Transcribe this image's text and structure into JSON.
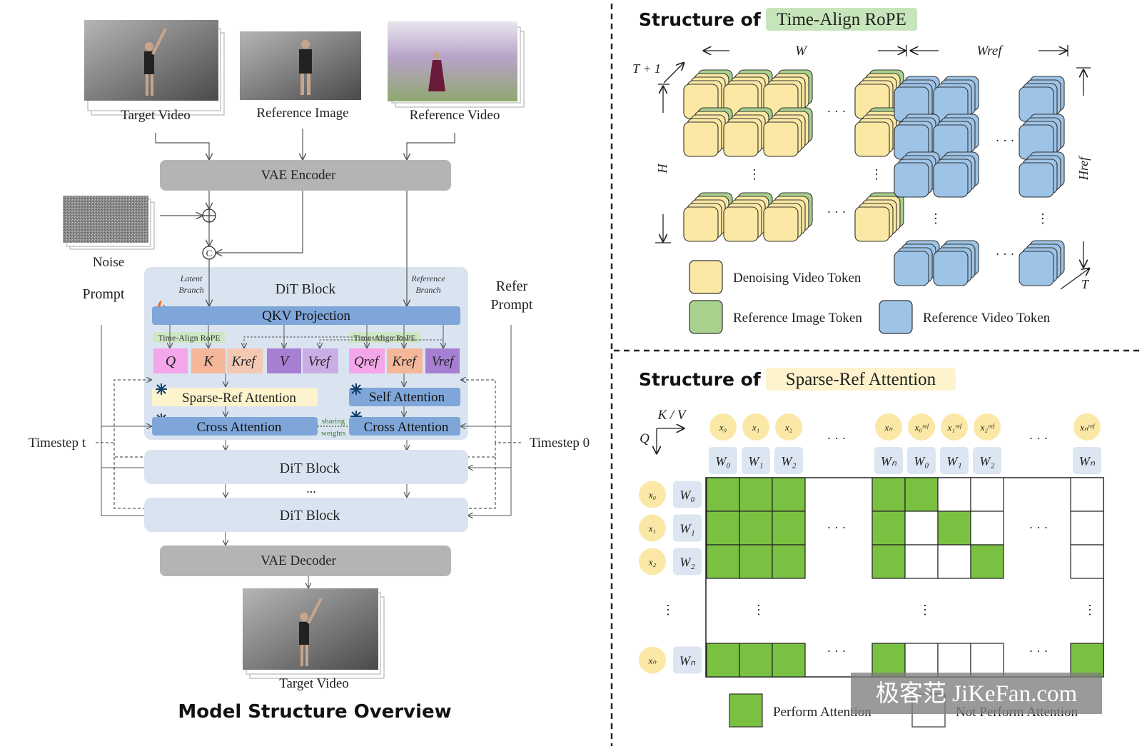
{
  "left": {
    "inputs": {
      "target_video": "Target Video",
      "reference_image": "Reference Image",
      "reference_video": "Reference Video"
    },
    "vae_encoder": "VAE Encoder",
    "noise": "Noise",
    "prompt": "Prompt",
    "refer_prompt_line1": "Refer",
    "refer_prompt_line2": "Prompt",
    "latent_branch_1": "Latent",
    "latent_branch_2": "Branch",
    "reference_branch_1": "Reference",
    "reference_branch_2": "Branch",
    "dit_block": "DiT Block",
    "qkv_projection": "QKV Projection",
    "time_align_rope": "Time-Align RoPE",
    "q": "Q",
    "k": "K",
    "k_ref": "Kref",
    "v": "V",
    "v_ref": "Vref",
    "q_ref": "Qref",
    "sparse_ref_attention": "Sparse-Ref Attention",
    "self_attention": "Self Attention",
    "cross_attention_left": "Cross Attention",
    "cross_attention_right": "Cross Attention",
    "sharing_1": "sharing",
    "sharing_2": "weights",
    "timestep_t": "Timestep t",
    "timestep_0": "Timestep 0",
    "dit_block_2": "DiT Block",
    "ellipsis": "...",
    "dit_block_3": "DiT Block",
    "vae_decoder": "VAE Decoder",
    "output": "Target Video",
    "caption": "Model Structure Overview"
  },
  "rope": {
    "title_prefix": "Structure of",
    "title_highlight": "Time-Align RoPE",
    "t_plus_1": "T + 1",
    "w": "W",
    "w_ref": "Wref",
    "h": "H",
    "h_ref": "Href",
    "t": "T",
    "legend_denoising": "Denoising Video Token",
    "legend_ref_image": "Reference Image Token",
    "legend_ref_video": "Reference Video Token",
    "colors": {
      "yellow": "#fae8a4",
      "green": "#a9d18e",
      "blue": "#9dc3e6"
    }
  },
  "sparse": {
    "title_prefix": "Structure of",
    "title_highlight": "Sparse-Ref Attention",
    "kv": "K / V",
    "q": "Q",
    "legend_perform": "Perform Attention",
    "legend_not": "Not Perform Attention",
    "colors": {
      "perform": "#7ac142",
      "token_circle": "#fbe8a6",
      "w_box": "#dce6f2"
    }
  },
  "watermark": "极客范 JiKeFan.com"
}
